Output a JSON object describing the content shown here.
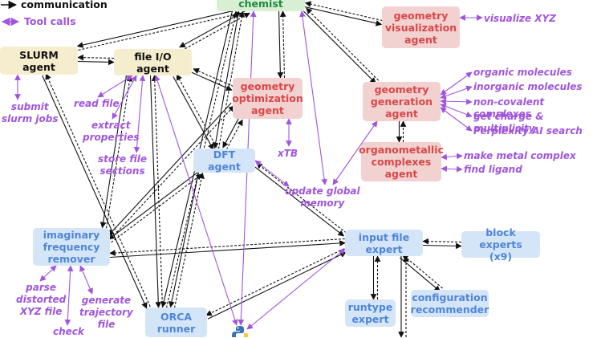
{
  "legend": {
    "agent_label": "communication",
    "tool_label": "Tool calls"
  },
  "colors": {
    "agent_edge": "#111111",
    "tool_edge": "#a055dd",
    "node_yellow": "#f6ecce",
    "node_red": "#f2d1d1",
    "node_blue": "#d5e5f8",
    "node_green": "#d8efd3"
  },
  "nodes": {
    "chemist": "chemist",
    "slurm": "SLURM\nagent",
    "fileio": "file I/O\nagent",
    "geoopt": "geometry\noptimization\nagent",
    "geoviz": "geometry\nvisualization\nagent",
    "geogen": "geometry\ngeneration\nagent",
    "organomet": "organometallic\ncomplexes\nagent",
    "dft": "DFT agent",
    "imag": "imaginary\nfrequency\nremover",
    "input": "input file\nexpert",
    "block": "block experts\n(x9)",
    "config": "configuration\nrecommender",
    "runtype": "runtype\nexpert",
    "orca": "ORCA\nrunner"
  },
  "tools": {
    "visualize_xyz": "visualize XYZ",
    "organic": "organic molecules",
    "inorganic": "inorganic molecules",
    "noncovalent": "non-covalent complexes",
    "charge": "get charge & multiplicity",
    "perplexity": "Perplexity AI search",
    "make_metal": "make metal complex",
    "find_ligand": "find ligand",
    "submit_slurm": "submit\nslurm jobs",
    "read_file": "read file",
    "extract": "extract\nproperties",
    "store": "store file\nsections",
    "xtb": "xTB",
    "update_memory": "update global\nmemory",
    "parse": "parse\ndistorted\nXYZ file",
    "generate_traj": "generate\ntrajectory\nfile",
    "check": "check"
  },
  "icons": {
    "python": "python-logo-icon"
  }
}
